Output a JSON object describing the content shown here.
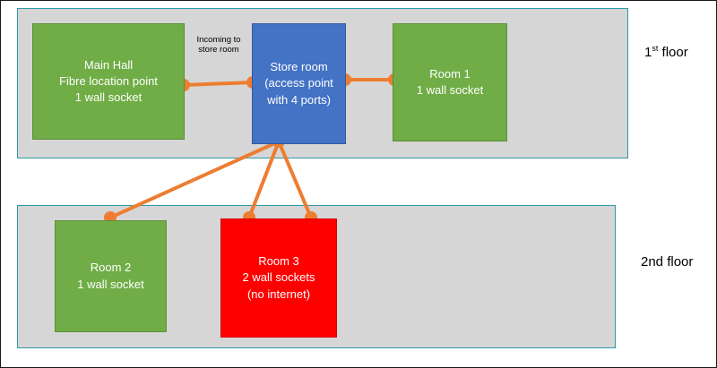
{
  "colors": {
    "node_green": "#70AD47",
    "node_blue": "#4472C4",
    "node_red": "#FF0000",
    "connector_orange": "#ED7D31",
    "floor_fill": "#D6D6D6",
    "floor_border": "#2E9AA8"
  },
  "labels": {
    "floor1_num": "1",
    "floor1_ord": "st",
    "floor1_rest": " floor",
    "floor2": "2nd floor",
    "incoming": "Incoming to store room"
  },
  "nodes": {
    "main_hall": {
      "lines": [
        "Main Hall",
        "Fibre location point",
        "1 wall socket"
      ]
    },
    "store_room": {
      "lines": [
        "Store room",
        "(access point",
        "with 4 ports)"
      ]
    },
    "room1": {
      "lines": [
        "Room 1",
        "1 wall socket"
      ]
    },
    "room2": {
      "lines": [
        "Room 2",
        "1 wall socket"
      ]
    },
    "room3": {
      "lines": [
        "Room 3",
        "2 wall sockets",
        "(no internet)"
      ]
    }
  }
}
